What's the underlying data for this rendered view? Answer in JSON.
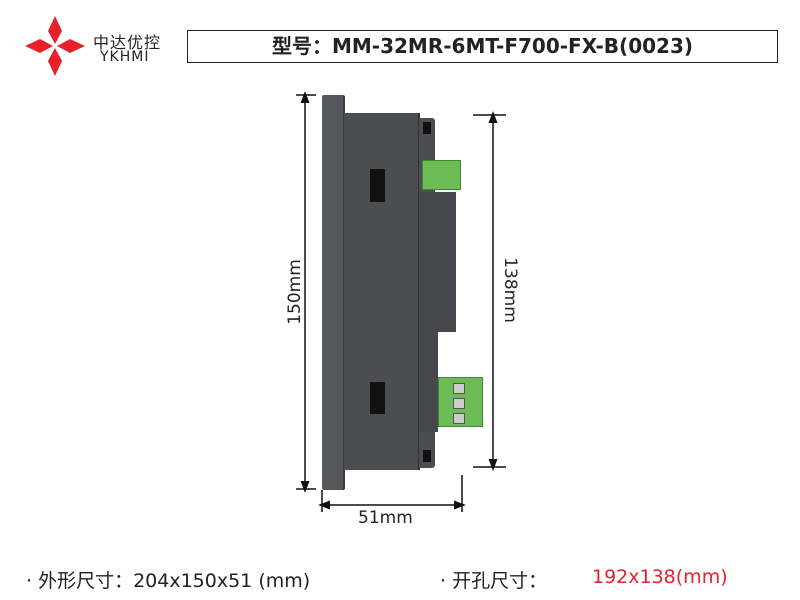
{
  "brand": {
    "name_cn": "中达优控",
    "name_en": "YKHMI",
    "logo_color": "#e8202a"
  },
  "model": {
    "label": "型号：MM-32MR-6MT-F700-FX-B(0023)"
  },
  "dimensions": {
    "height": "150mm",
    "cutout_height": "138mm",
    "depth": "51mm"
  },
  "specs": {
    "outer_label": "· 外形尺寸：204x150x51 (mm)",
    "cutout_label": "· 开孔尺寸：",
    "cutout_value": "192x138(mm)",
    "cutout_color": "#e8202a"
  }
}
